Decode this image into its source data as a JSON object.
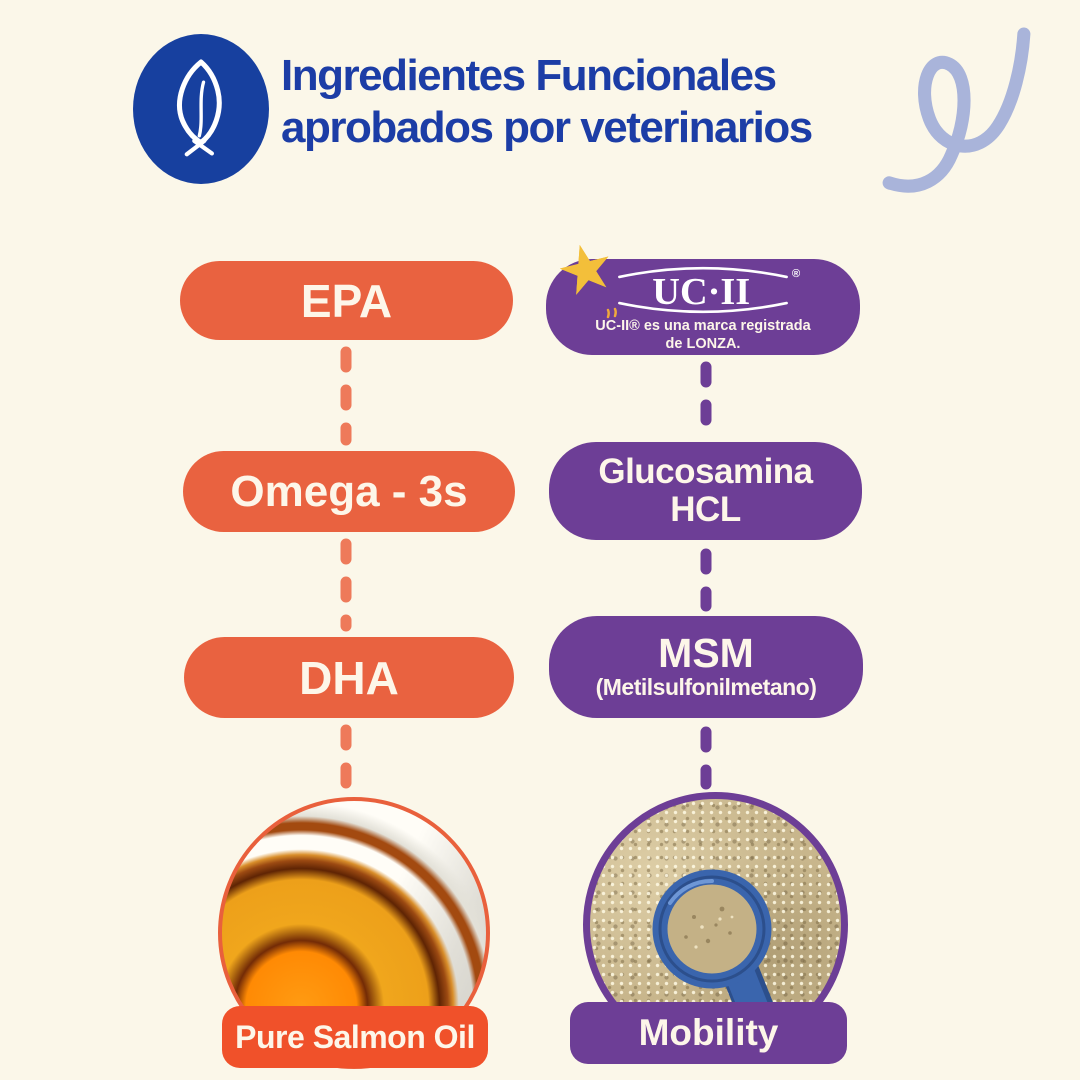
{
  "page": {
    "background": "#fbf7e9"
  },
  "header": {
    "badge_color": "#17409f",
    "badge_icon": "leaf-icon",
    "title_line1": "Ingredientes Funcionales",
    "title_line2": "aprobados por veterinarios",
    "title_color": "#1c3da6",
    "squiggle_color": "#a9b4da"
  },
  "left_column": {
    "accent_color": "#e96240",
    "dash_color": "#ee7a5a",
    "pill_epa": "EPA",
    "pill_omega": "Omega - 3s",
    "pill_dha": "DHA",
    "photo": "salmon-oil-in-glass-dish",
    "footer_label": "Pure Salmon Oil",
    "footer_color": "#f0512a"
  },
  "right_column": {
    "accent_color": "#6d3e96",
    "dash_color": "#6d3e96",
    "ucii": {
      "logo_text": "UC·II",
      "reg_mark": "®",
      "note_line1": "UC-II® es una marca registrada",
      "note_line2": "de LONZA.",
      "star_color": "#f3bf3a",
      "star_glyph": "★"
    },
    "pill_gluco_line1": "Glucosamina",
    "pill_gluco_line2": "HCL",
    "pill_msm_line1": "MSM",
    "pill_msm_line2": "(Metilsulfonilmetano)",
    "photo": "joint-powder-with-blue-scoop",
    "footer_label": "Mobility"
  }
}
